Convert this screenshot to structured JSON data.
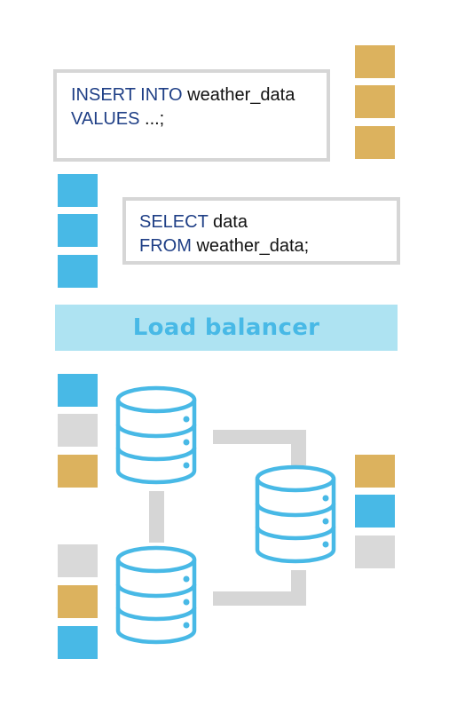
{
  "queries": {
    "insert": {
      "keyword1": "INSERT INTO",
      "text1": " weather_data",
      "keyword2": "VALUES",
      "text2": " ...;"
    },
    "select": {
      "keyword1": "SELECT",
      "text1": " data",
      "keyword2": "FROM",
      "text2": " weather_data;"
    }
  },
  "load_balancer": {
    "label": "Load balancer"
  },
  "colors": {
    "gold": "#dcb25e",
    "blue": "#48b9e6",
    "gray": "#d9d9d9",
    "lb_bg": "#aee3f2",
    "lb_text": "#48b9e6",
    "connector": "#d6d6d6",
    "db_stroke": "#48b9e6",
    "keyword": "#1f3f86"
  },
  "icons": {
    "database": "database-icon"
  }
}
